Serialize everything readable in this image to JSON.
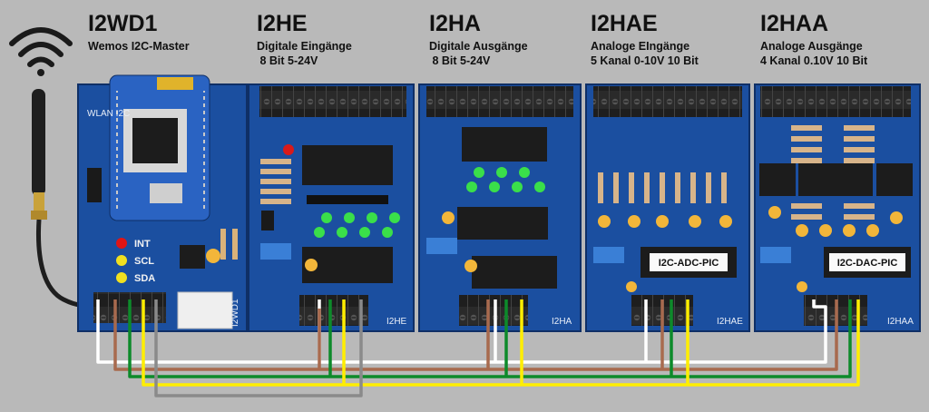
{
  "modules": [
    {
      "id": "I2WD1",
      "title": "I2WD1",
      "line1": "Wemos I2C-Master",
      "line2": "",
      "board_label": "I2WD1"
    },
    {
      "id": "I2HE",
      "title": "I2HE",
      "line1": "Digitale Eingänge",
      "line2": " 8 Bit 5-24V",
      "board_label": "I2HE"
    },
    {
      "id": "I2HA",
      "title": "I2HA",
      "line1": "Digitale Ausgänge",
      "line2": " 8 Bit 5-24V",
      "board_label": "I2HA"
    },
    {
      "id": "I2HAE",
      "title": "I2HAE",
      "line1": "Analoge EIngänge",
      "line2": "5 Kanal 0-10V 10 Bit",
      "board_label": "I2HAE"
    },
    {
      "id": "I2HAA",
      "title": "I2HAA",
      "line1": "Analoge Ausgänge",
      "line2": "4 Kanal 0.10V 10 Bit",
      "board_label": "I2HAA"
    }
  ],
  "chip_labels": {
    "adc": "I2C-ADC-PIC",
    "dac": "I2C-DAC-PIC"
  },
  "led_labels": [
    "INT",
    "SCL",
    "SDA"
  ],
  "wlan_label": "WLAN I2C",
  "icons": {
    "wifi": "wifi-icon",
    "antenna": "antenna-icon"
  },
  "wire_colors": {
    "white": "#ffffff",
    "brown": "#a86a4e",
    "green": "#0d8a2a",
    "yellow": "#ffee00",
    "gray": "#8a8a8a"
  },
  "colors": {
    "board": "#1b4fa0",
    "board_dark": "#143d80",
    "terminal": "#2b2b2b",
    "background": "#b9b9b9"
  }
}
